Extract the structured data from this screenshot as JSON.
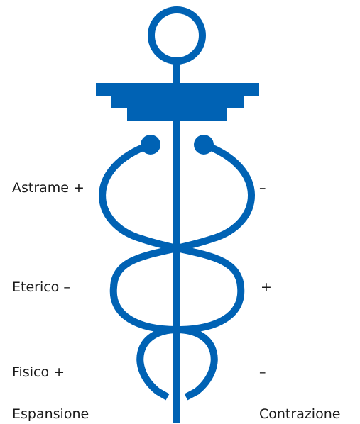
{
  "colors": {
    "symbol": "#0062B4",
    "text": "#1a1a1a",
    "background": "#ffffff"
  },
  "labels": {
    "left": {
      "astrale": "Astrame +",
      "eterico": "Eterico –",
      "fisico": "Fisico +",
      "espansione": "Espansione"
    },
    "right": {
      "astrale_sign": "–",
      "eterico_sign": "+",
      "fisico_sign": "–",
      "contrazione": "Contrazione"
    }
  }
}
